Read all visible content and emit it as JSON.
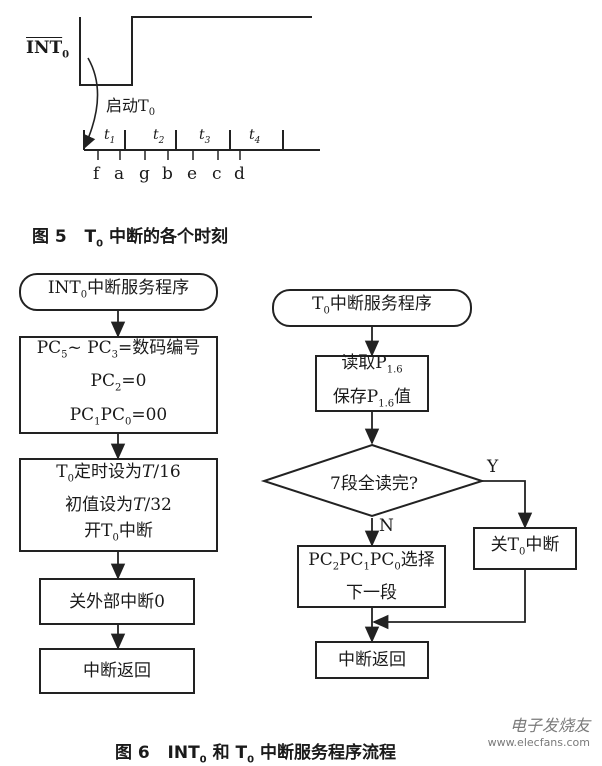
{
  "fig5": {
    "signal_label": "INT",
    "signal_sub": "0",
    "start_label": "启动T",
    "start_sub": "0",
    "intervals": [
      "t1",
      "t2",
      "t3",
      "t4"
    ],
    "points": [
      "f",
      "a",
      "g",
      "b",
      "e",
      "c",
      "d"
    ],
    "caption_num": "图 5",
    "caption_t": "T",
    "caption_sub": "0",
    "caption_text": "中断的各个时刻"
  },
  "fig6": {
    "left": {
      "start": {
        "pre": "INT",
        "sub": "0",
        "post": "中断服务程序"
      },
      "box1": {
        "l1": "PC5~ PC3=数码编号",
        "l2": "PC2=0",
        "l3": "PC1PC0=00"
      },
      "box2": {
        "l1": "T0定时设为T/16",
        "l2": "初值设为T/32",
        "l3": "开T0中断"
      },
      "box3": "关外部中断0",
      "box4": "中断返回"
    },
    "right": {
      "start": {
        "pre": "T",
        "sub": "0",
        "post": "中断服务程序"
      },
      "box1": {
        "l1": "读取P1.6",
        "l2": "保存P1.6值"
      },
      "decision": "7段全读完?",
      "yes": "Y",
      "no": "N",
      "box_no": {
        "l1": "PC2PC1PC0选择",
        "l2": "下一段"
      },
      "box_yes": "关T0中断",
      "ret": "中断返回"
    },
    "caption_num": "图 6",
    "caption_a": "INT",
    "caption_a_sub": "0",
    "caption_and": "和",
    "caption_b": "T",
    "caption_b_sub": "0",
    "caption_text": "中断服务程序流程"
  },
  "watermark": {
    "main": "电子发烧友",
    "url": "www.elecfans.com"
  }
}
